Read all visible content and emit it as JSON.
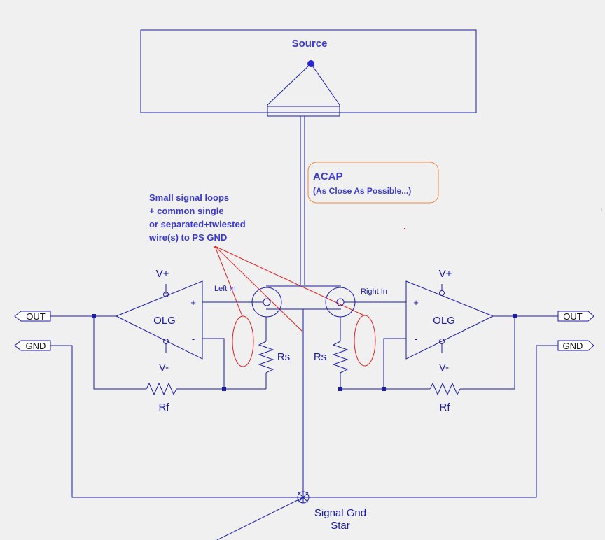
{
  "colors": {
    "wire": "#1c1caa",
    "label": "#1c1caa",
    "note": "#3a3ad0",
    "annotation": "#e02020",
    "acap_border": "#f08a3c",
    "background": "#f0f0f0"
  },
  "source": {
    "label": "Source"
  },
  "acap": {
    "title": "ACAP",
    "subtitle": "(As Close As Possible...)"
  },
  "note": {
    "lines": [
      "Small signal loops",
      "+ common single",
      "or separated+twiested",
      "wire(s) to PS GND"
    ]
  },
  "left_channel": {
    "input_label": "Left In",
    "amp_label": "OLG",
    "vplus": "V+",
    "vminus": "V-",
    "plus_sign": "+",
    "minus_sign": "-",
    "rs_label": "Rs",
    "rf_label": "Rf",
    "out_port": "OUT",
    "gnd_port": "GND"
  },
  "right_channel": {
    "input_label": "Right In",
    "amp_label": "OLG",
    "vplus": "V+",
    "vminus": "V-",
    "plus_sign": "+",
    "minus_sign": "-",
    "rs_label": "Rs",
    "rf_label": "Rf",
    "out_port": "OUT",
    "gnd_port": "GND"
  },
  "ground_star": {
    "line1": "Signal Gnd",
    "line2": "Star"
  },
  "icons": [
    "ground-star-icon",
    "jack-icon",
    "resistor-icon",
    "opamp-icon"
  ]
}
